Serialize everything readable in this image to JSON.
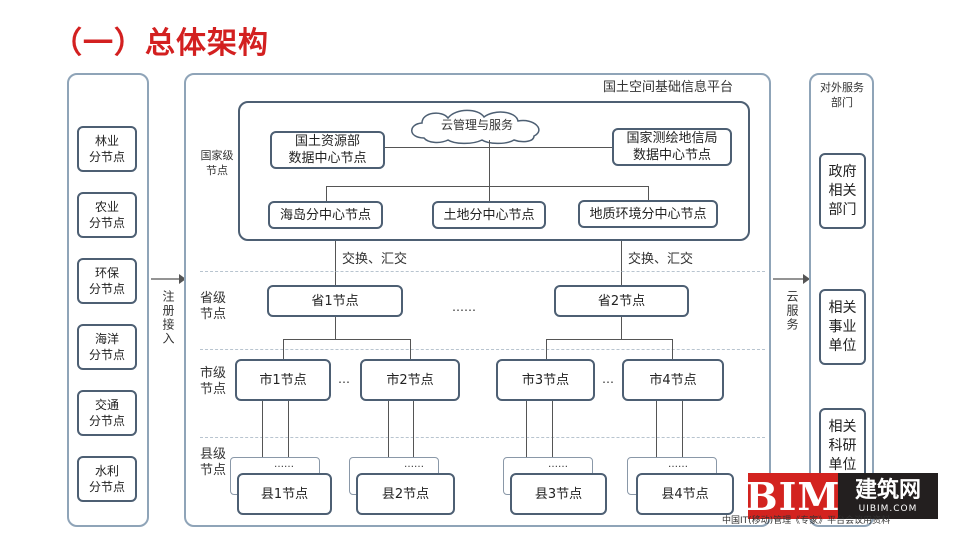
{
  "title": "（一）总体架构",
  "platform_title": "国土空间基础信息平台",
  "cloud_label": "云管理与服务",
  "left_column": [
    "林业\n分节点",
    "农业\n分节点",
    "环保\n分节点",
    "海洋\n分节点",
    "交通\n分节点",
    "水利\n分节点"
  ],
  "register_label": "注册接入",
  "service_label": "云服务",
  "right_column": {
    "header": "对外服务部门",
    "items": [
      "政府\n相关\n部门",
      "相关\n事业\n单位",
      "相关\n科研\n单位"
    ]
  },
  "national": {
    "level_label": "国家级\n节点",
    "top_left": "国土资源部\n数据中心节点",
    "top_right": "国家测绘地信局\n数据中心节点",
    "bottom": [
      "海岛分中心节点",
      "土地分中心节点",
      "地质环境分中心节点"
    ]
  },
  "exchange_labels": [
    "交换、汇交",
    "交换、汇交"
  ],
  "province": {
    "level_label": "省级\n节点",
    "nodes": [
      "省1节点",
      "省2节点"
    ],
    "ellipsis": "……"
  },
  "city": {
    "level_label": "市级\n节点",
    "nodes": [
      "市1节点",
      "市2节点",
      "市3节点",
      "市4节点"
    ],
    "ellipsis": "…"
  },
  "county": {
    "level_label": "县级\n节点",
    "nodes": [
      "县1节点",
      "县2节点",
      "县3节点",
      "县4节点"
    ],
    "stack_ellipsis": "……"
  },
  "footer_note": "中国IT(移动)管理《专家》平台会议用资料",
  "logo": {
    "bim": "BIM",
    "cn": "建筑网",
    "url": "UIBIM.COM",
    "bim_color": "#d3231f"
  }
}
